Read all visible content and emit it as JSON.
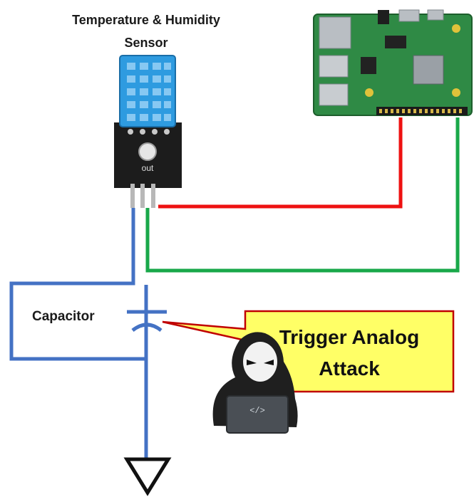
{
  "sensor": {
    "title_line1": "Temperature & Humidity",
    "title_line2": "Sensor",
    "module_label": "out"
  },
  "capacitor": {
    "label": "Capacitor"
  },
  "callout": {
    "line1": "Trigger Analog",
    "line2": "Attack"
  },
  "hacker": {
    "laptop_glyph": "</>"
  },
  "colors": {
    "sensor_blue": "#2e9be0",
    "board_green": "#2f8a45",
    "wire_red": "#ee1111",
    "wire_green": "#19a84a",
    "wire_blue": "#4472c4",
    "callout_fill": "#ffff66",
    "callout_border": "#c00000"
  }
}
